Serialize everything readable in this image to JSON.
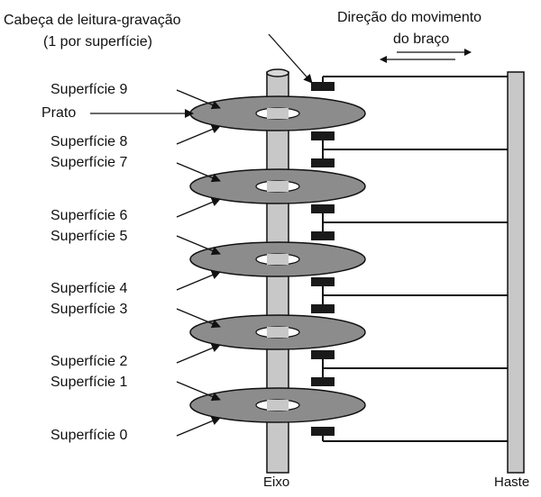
{
  "header": {
    "head_title_line1": "Cabeça de leitura-gravação",
    "head_title_line2": "(1 por superfície)",
    "arm_dir_line1": "Direção do movimento",
    "arm_dir_line2": "do braço"
  },
  "labels": {
    "platter": "Prato",
    "spindle": "Eixo",
    "post": "Haste"
  },
  "surfaces": [
    "Superfície 9",
    "Superfície 8",
    "Superfície 7",
    "Superfície 6",
    "Superfície 5",
    "Superfície 4",
    "Superfície 3",
    "Superfície 2",
    "Superfície 1",
    "Superfície 0"
  ],
  "colors": {
    "platter_fill": "#8c8c8c",
    "spindle_fill": "#c8c8c8",
    "post_fill": "#c8c8c8",
    "head_fill": "#1a1a1a",
    "line": "#111111"
  }
}
